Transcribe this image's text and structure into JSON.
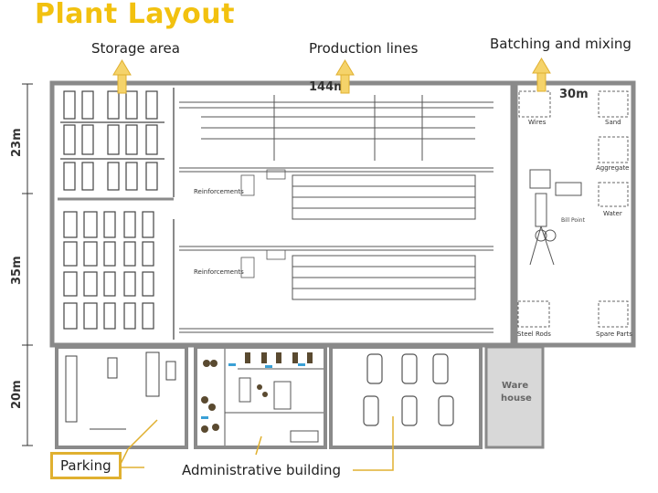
{
  "title": "Plant Layout",
  "labels": {
    "storage_area": "Storage area",
    "production_lines": "Production lines",
    "batching_mixing": "Batching and mixing",
    "parking": "Parking",
    "administrative_building": "Administrative building"
  },
  "dimensions": {
    "width_main": "144m",
    "width_batching": "30m",
    "height_top": "23m",
    "height_middle": "35m",
    "height_bottom": "20m"
  },
  "rooms": {
    "wires": "Wires",
    "sand": "Sand",
    "aggregate": "Aggregate",
    "water": "Water",
    "steel_rods": "Steel Rods",
    "spare_parts": "Spare Parts",
    "warehouse_line1": "Ware",
    "warehouse_line2": "house"
  },
  "plan_notes": {
    "reinforcements_1": "Reinforcements",
    "reinforcements_2": "Reinforcements",
    "bill_point": "Bill Point"
  },
  "colors": {
    "title": "#f2c10f",
    "arrow": "#f5d36a",
    "callout": "#e0b030",
    "wall": "#8a8a8a",
    "line": "#555555"
  }
}
